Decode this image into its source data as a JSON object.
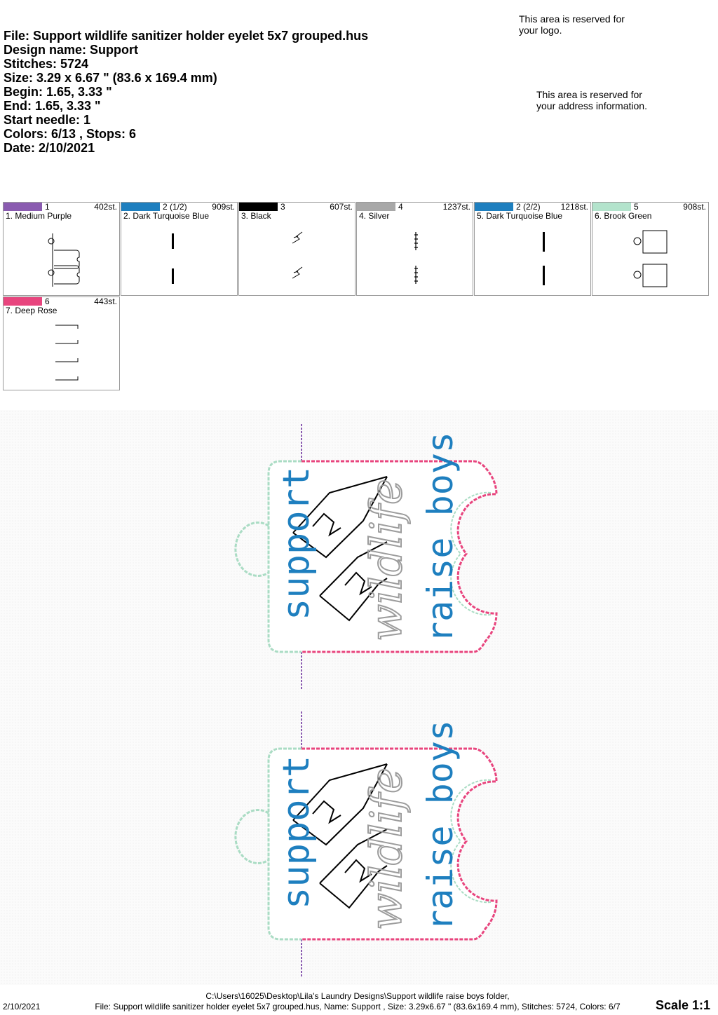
{
  "header": {
    "file": "File: Support wildlife sanitizer holder eyelet 5x7 grouped.hus",
    "design_name": "Design name: Support",
    "stitches": "Stitches: 5724",
    "size": "Size: 3.29 x 6.67 \" (83.6 x 169.4 mm)",
    "begin": "Begin: 1.65, 3.33 \"",
    "end": "End: 1.65, 3.33 \"",
    "start_needle": "Start needle: 1",
    "colors": "Colors: 6/13 , Stops: 6",
    "date": "Date: 2/10/2021"
  },
  "logo_note": "This area is reserved for\nyour logo.",
  "address_note": "This area is reserved for\nyour address information.",
  "color_stops": [
    {
      "num": "1",
      "stitches": "402st.",
      "name": "1. Medium Purple",
      "color": "#8a5bb0"
    },
    {
      "num": "2 (1/2)",
      "stitches": "909st.",
      "name": "2. Dark Turquoise Blue",
      "color": "#1e7fbf"
    },
    {
      "num": "3",
      "stitches": "607st.",
      "name": "3. Black",
      "color": "#000000"
    },
    {
      "num": "4",
      "stitches": "1237st.",
      "name": "4. Silver",
      "color": "#a8a8a8"
    },
    {
      "num": "2 (2/2)",
      "stitches": "1218st.",
      "name": "5. Dark Turquoise Blue",
      "color": "#1e7fbf"
    },
    {
      "num": "5",
      "stitches": "908st.",
      "name": "6. Brook Green",
      "color": "#b3e3cc"
    },
    {
      "num": "6",
      "stitches": "443st.",
      "name": "7. Deep Rose",
      "color": "#e8457e"
    }
  ],
  "design_text": {
    "word_support": "support",
    "word_wildlife": "wildlife",
    "word_raise_boys": "raise boys"
  },
  "footer": {
    "date": "2/10/2021",
    "path_line": "C:\\Users\\16025\\Desktop\\Lila's Laundry Designs\\Support wildlife raise boys folder,",
    "info_line": "File: Support wildlife sanitizer holder eyelet 5x7 grouped.hus, Name: Support , Size: 3.29x6.67 \" (83.6x169.4 mm), Stitches: 5724, Colors: 6/7",
    "scale": "Scale 1:1"
  }
}
